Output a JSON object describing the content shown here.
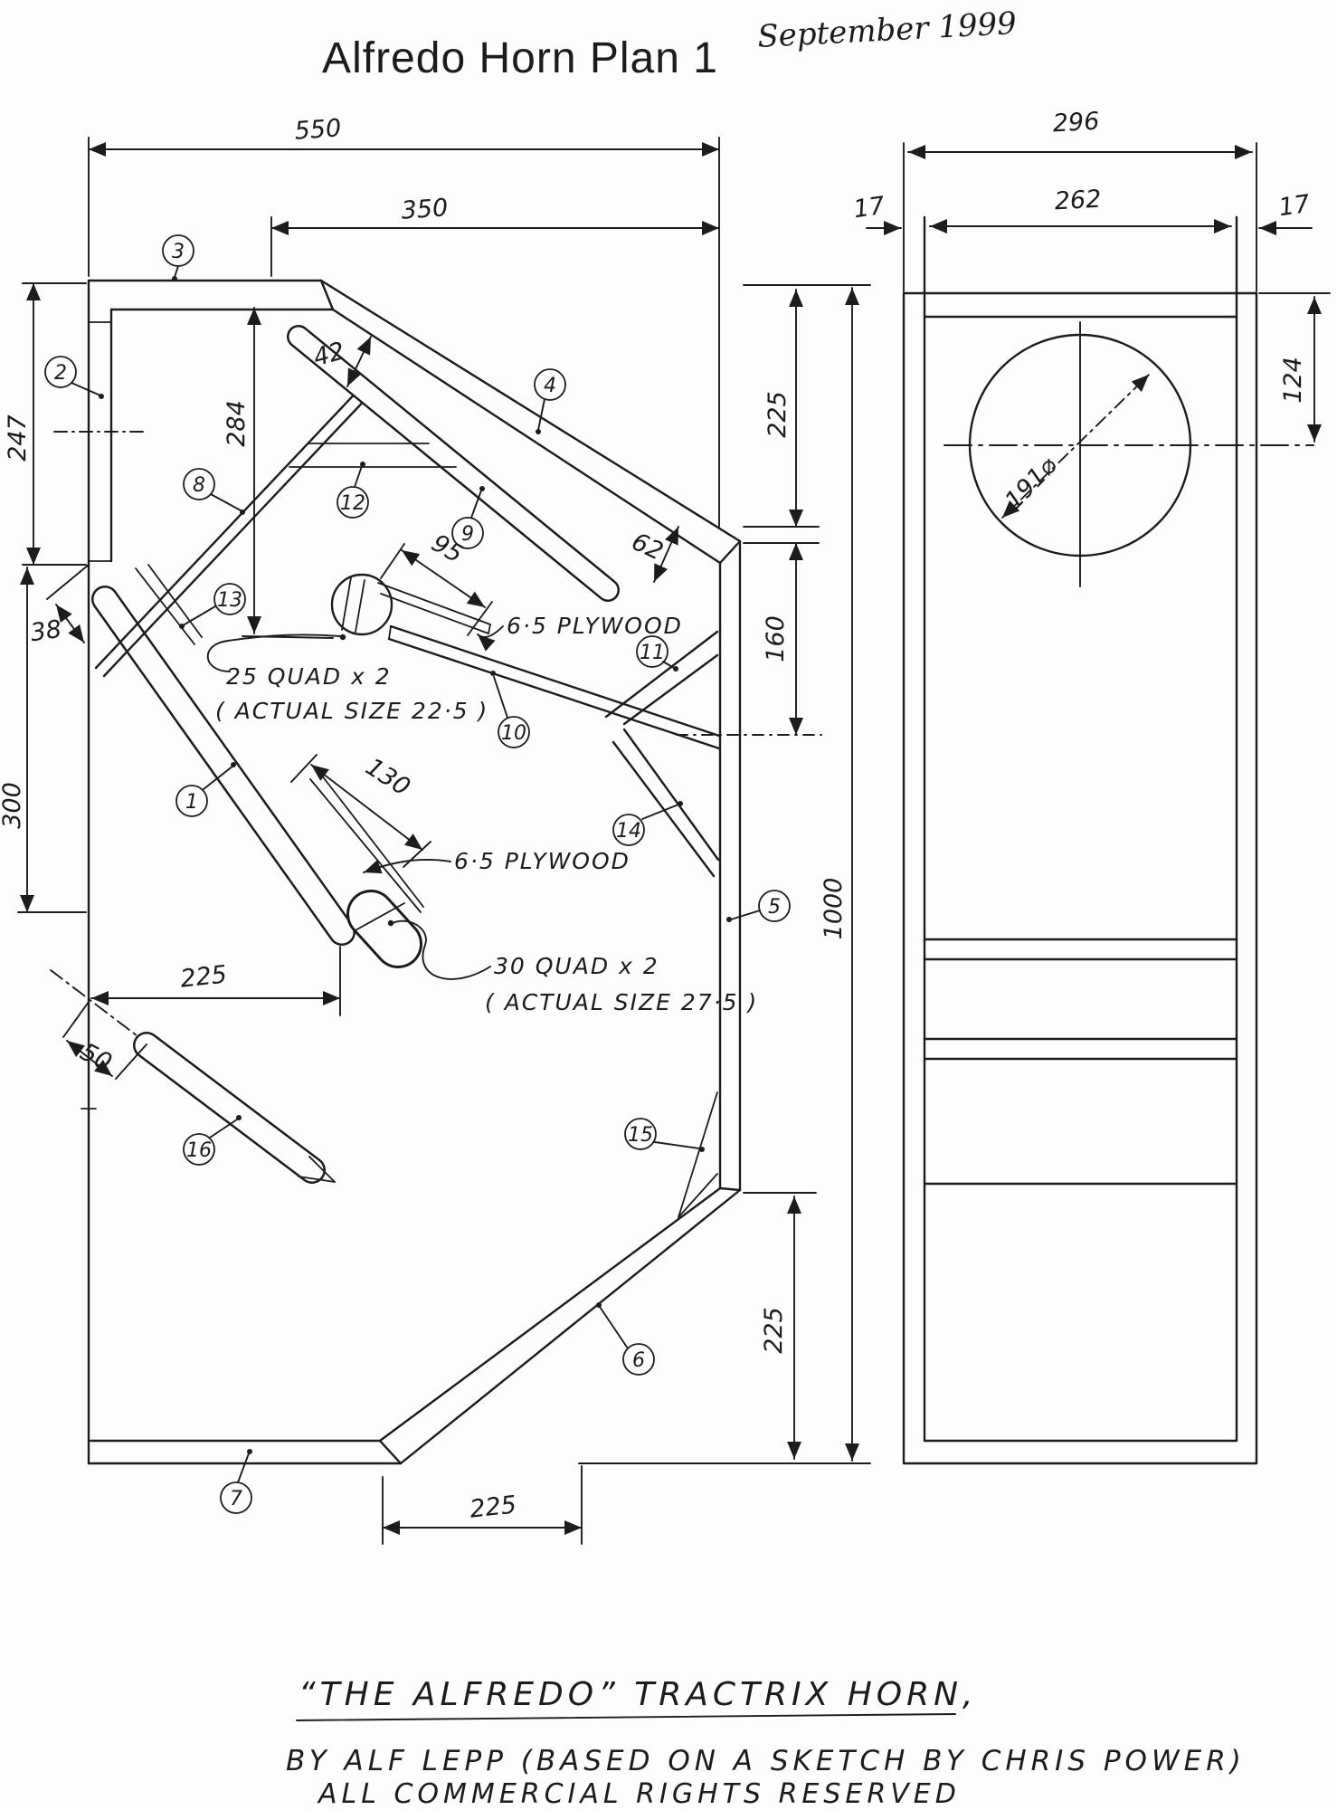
{
  "title": "Alfredo Horn Plan 1",
  "date": "September 1999",
  "plan_view": {
    "dims": {
      "overall_width": "550",
      "mouth_opening": "350",
      "upper_left": "247",
      "back_depth": "284",
      "gap42": "42",
      "notch38": "38",
      "lower_left": "300",
      "throat95": "95",
      "gap62": "62",
      "right_top": "225",
      "shelf": "160",
      "overall_height": "1000",
      "throat130": "130",
      "mouth_left": "225",
      "strip50": "50",
      "right_bottom": "225",
      "bottom_run": "225"
    },
    "notes": {
      "plywood_upper": "6·5 PLYWOOD",
      "plywood_lower": "6·5 PLYWOOD",
      "quad25_line1": "25 QUAD x 2",
      "quad25_line2": "( ACTUAL SIZE 22·5 )",
      "quad30_line1": "30 QUAD x 2",
      "quad30_line2": "( ACTUAL SIZE 27·5 )"
    }
  },
  "front_view": {
    "dims": {
      "overall_width": "296",
      "inner_width": "262",
      "wall_left": "17",
      "wall_right": "17",
      "hole_drop": "124",
      "hole_dia": "191⌀"
    }
  },
  "parts": [
    "1",
    "2",
    "3",
    "4",
    "5",
    "6",
    "7",
    "8",
    "9",
    "10",
    "11",
    "12",
    "13",
    "14",
    "15",
    "16"
  ],
  "footer": {
    "line1": "“THE ALFREDO”  TRACTRIX HORN,",
    "line2": "BY ALF LEPP (BASED ON A SKETCH BY CHRIS POWER)",
    "line3": "ALL COMMERCIAL RIGHTS RESERVED"
  }
}
